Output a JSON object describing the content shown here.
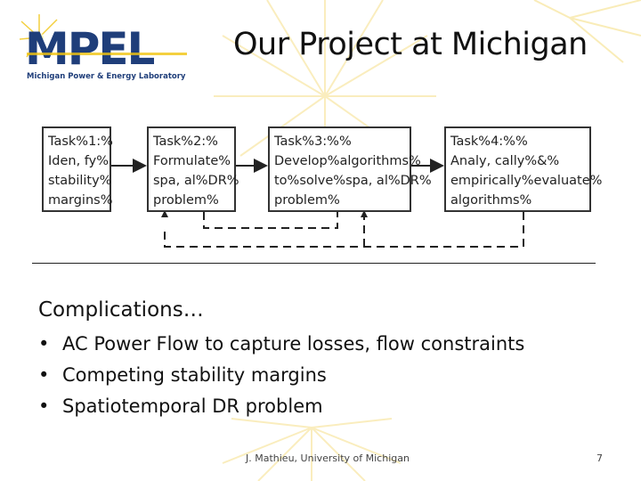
{
  "logo": {
    "mark": "MPEL",
    "subtitle": "Michigan Power & Energy Laboratory"
  },
  "title": "Our Project at Michigan",
  "tasks": [
    {
      "lines": [
        "Task%1:%",
        "Iden, fy%",
        "stability%",
        "margins%"
      ]
    },
    {
      "lines": [
        "Task%2:%",
        "Formulate%",
        "spa, al%DR%",
        "problem%"
      ]
    },
    {
      "lines": [
        "Task%3:%%",
        "Develop%algorithms%",
        "to%solve%spa, al%DR%",
        "problem%"
      ]
    },
    {
      "lines": [
        "Task%4:%%",
        "Analy, cally%&%",
        "empirically%evaluate%",
        "algorithms%"
      ]
    }
  ],
  "complications_heading": "Complications…",
  "bullets": [
    {
      "marker": "•",
      "text": "AC Power Flow to capture losses, flow constraints"
    },
    {
      "marker": "•",
      "text": "Competing stability margins"
    },
    {
      "marker": "•",
      "text": "Spatiotemporal DR problem"
    }
  ],
  "footer": "J. Mathieu, University of Michigan",
  "page_number": "7",
  "colors": {
    "logo_blue": "#1f3e7a",
    "logo_yellow": "#f1c40f",
    "burst_yellow": "#f8e38a",
    "text": "#111111"
  }
}
